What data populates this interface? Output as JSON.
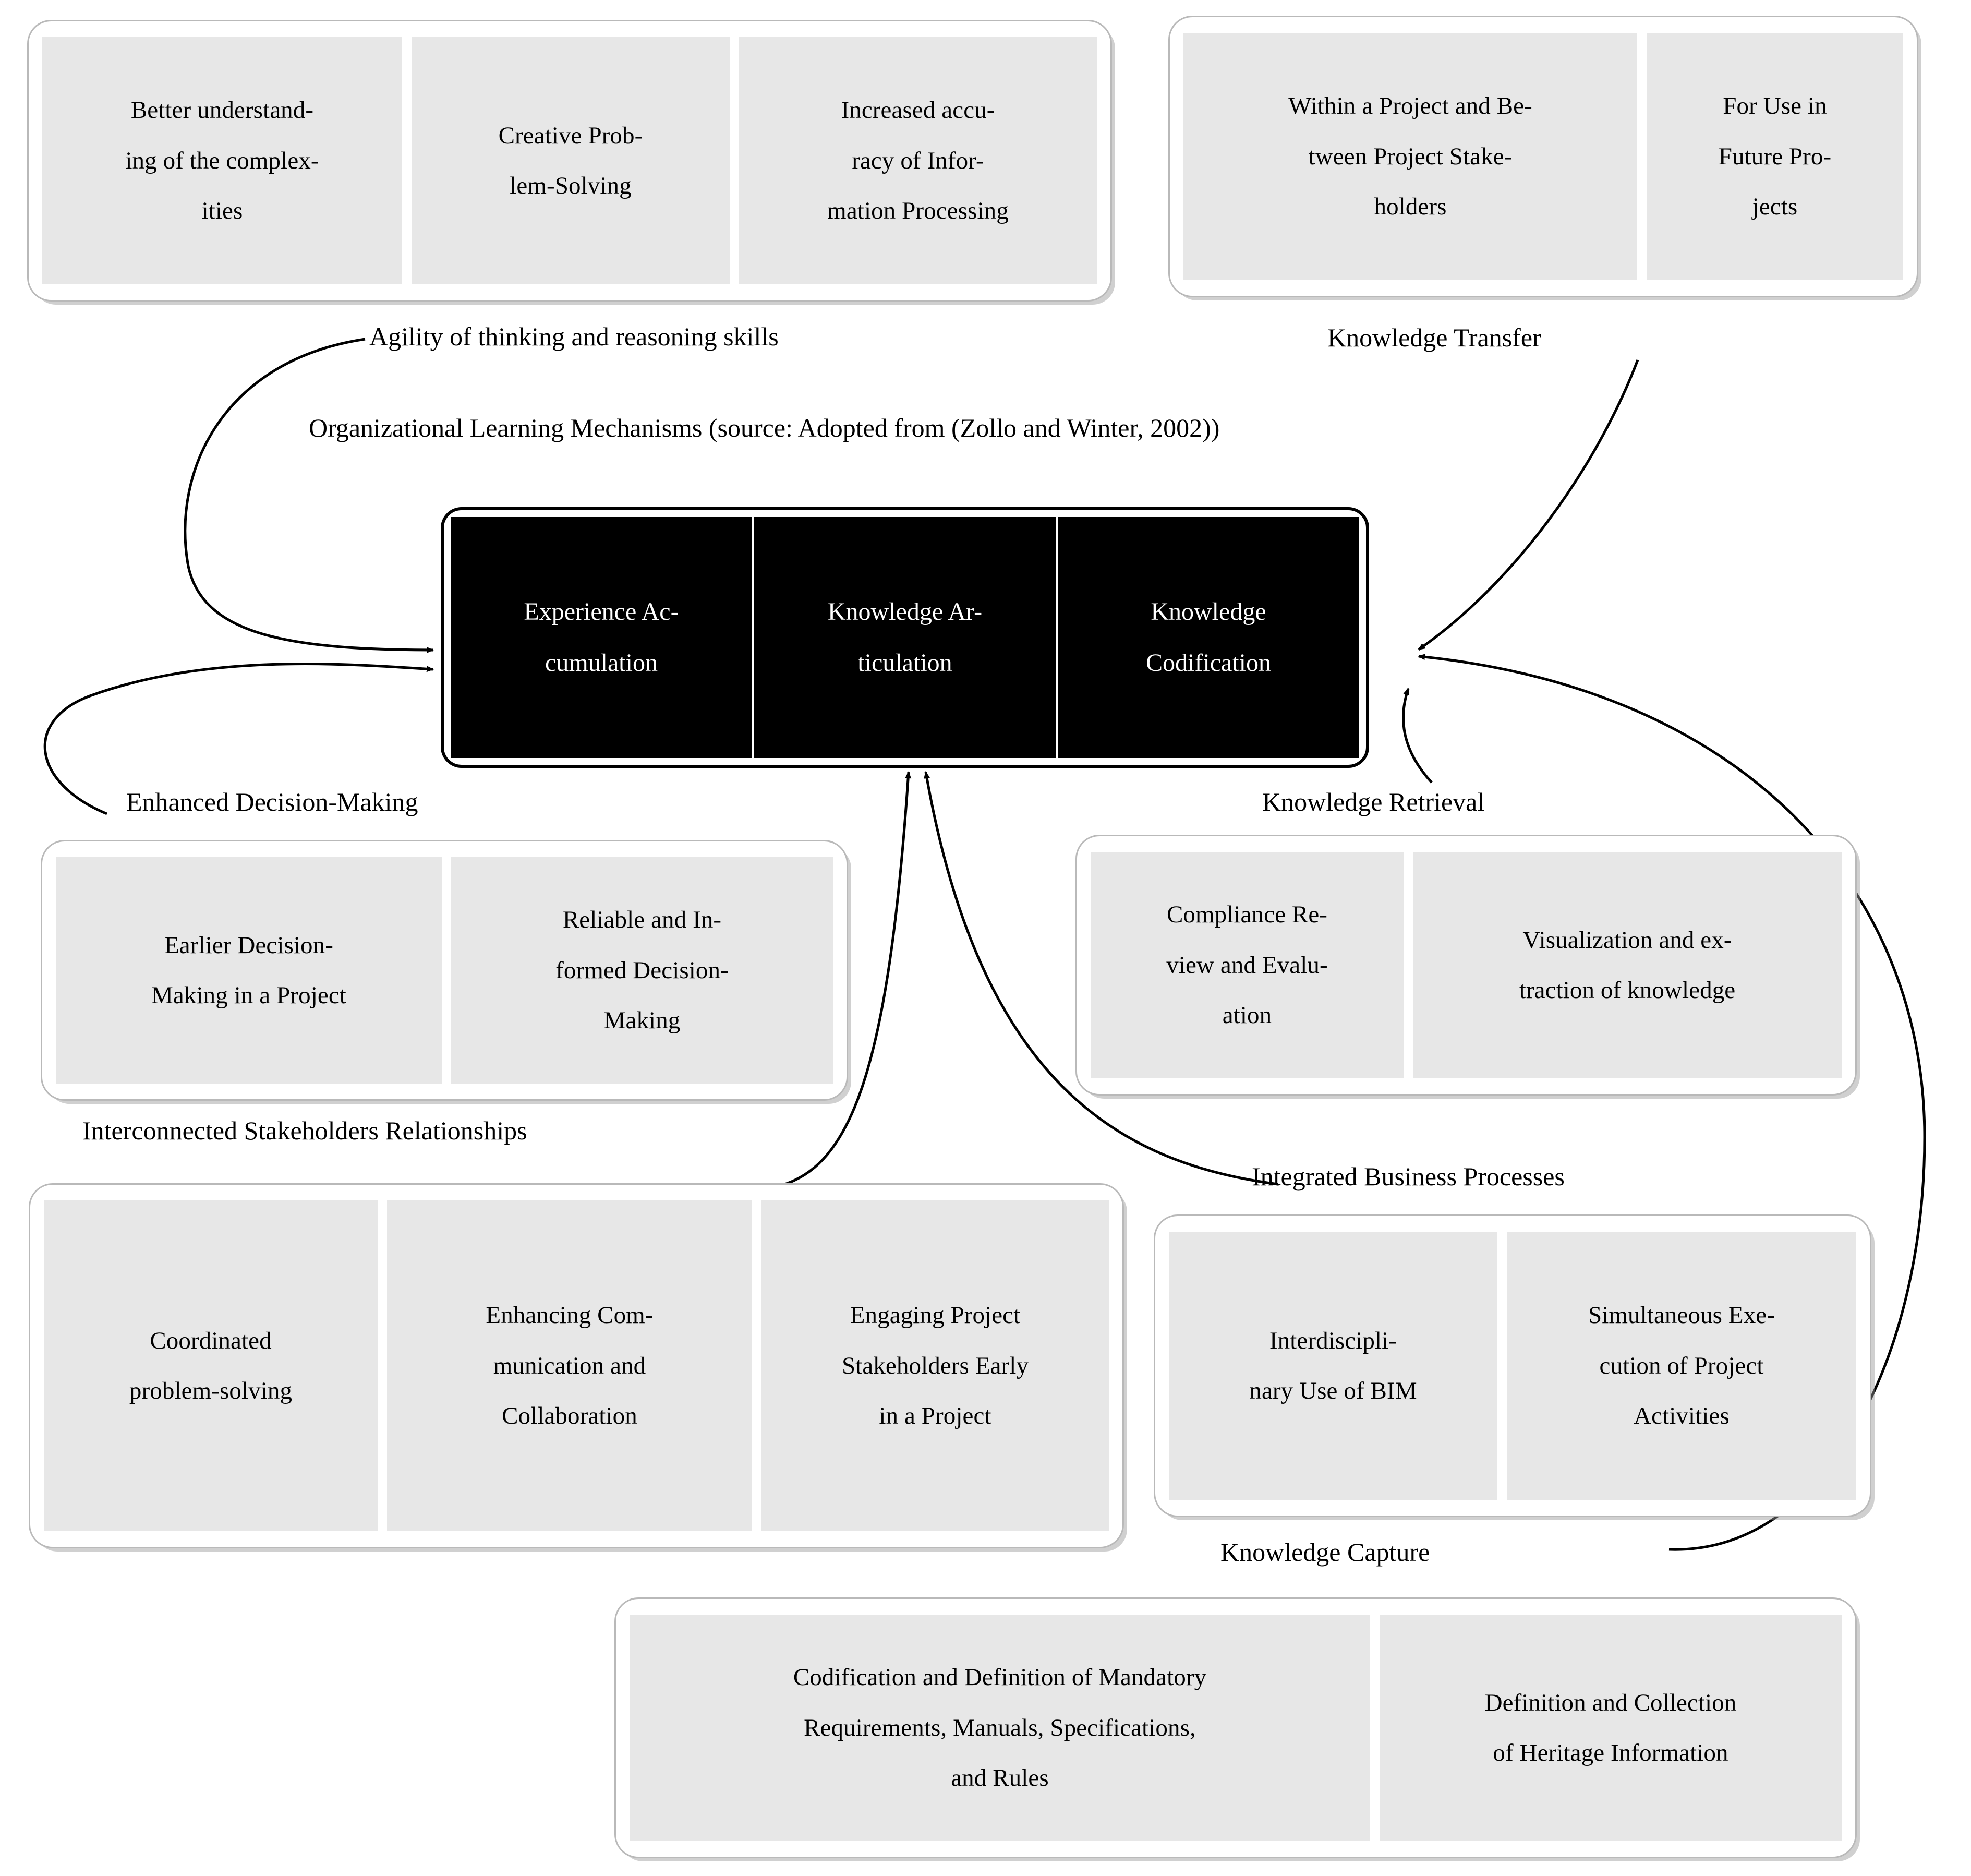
{
  "diagram": {
    "caption": "Organizational Learning Mechanisms (source: Adopted from (Zollo and Winter, 2002))",
    "core": {
      "name": "organizational-learning-mechanisms",
      "cells": [
        "Experience Ac-\ncumulation",
        "Knowledge Ar-\nticulation",
        "Knowledge\nCodification"
      ]
    },
    "edge_labels": [
      "Agility of thinking and reasoning skills",
      "Knowledge Transfer",
      "Enhanced Decision-Making",
      "Knowledge Retrieval",
      "Interconnected Stakeholders Relationships",
      "Integrated Business Processes",
      "Knowledge Capture"
    ],
    "groups": [
      {
        "id": "agility-group",
        "label": "Agility of thinking and reasoning skills",
        "items": [
          "Better understand-\ning of the complex-\nities",
          "Creative Prob-\nlem-Solving",
          "Increased accu-\nracy of Infor-\nmation Processing"
        ]
      },
      {
        "id": "knowledge-transfer-group",
        "label": "Knowledge Transfer",
        "items": [
          "Within a Project and Be-\ntween Project Stake-\nholders",
          "For Use in\nFuture Pro-\njects"
        ]
      },
      {
        "id": "enhanced-decision-making-group",
        "label": "Enhanced Decision-Making",
        "items": [
          "Earlier Decision-\nMaking in a Project",
          "Reliable and In-\nformed Decision-\nMaking"
        ]
      },
      {
        "id": "knowledge-retrieval-group",
        "label": "Knowledge Retrieval",
        "items": [
          "Compliance Re-\nview and Evalu-\nation",
          "Visualization and ex-\ntraction of knowledge"
        ]
      },
      {
        "id": "interconnected-stakeholders-group",
        "label": "Interconnected Stakeholders Relationships",
        "items": [
          "Coordinated\nproblem-solving",
          "Enhancing Com-\nmunication and\nCollaboration",
          "Engaging Project\nStakeholders Early\nin a Project"
        ]
      },
      {
        "id": "integrated-business-processes-group",
        "label": "Integrated Business Processes",
        "items": [
          "Interdiscipli-\nnary Use of BIM",
          "Simultaneous Exe-\ncution of Project\nActivities"
        ]
      },
      {
        "id": "knowledge-capture-group",
        "label": "Knowledge Capture",
        "items": [
          "Codification and Definition of Mandatory\nRequirements, Manuals, Specifications,\nand Rules",
          "Definition and Collection\nof Heritage Information"
        ]
      }
    ],
    "colors": {
      "cell_fill": "#e7e7e7",
      "group_border": "#b9b9b9",
      "core_fill": "#000000",
      "core_text": "#ffffff",
      "edge_stroke": "#000000",
      "page_background": "#ffffff"
    }
  }
}
